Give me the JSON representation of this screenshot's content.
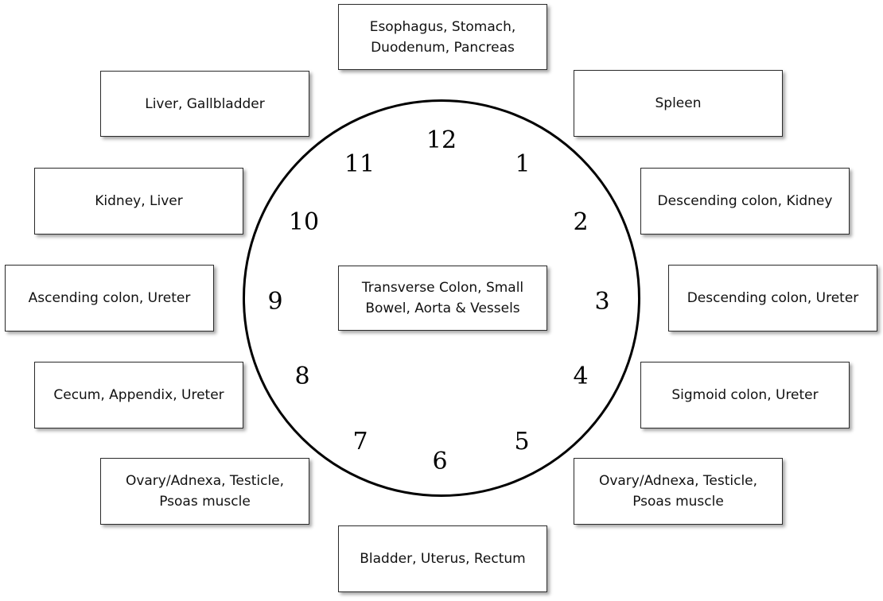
{
  "clock": {
    "numbers": [
      "12",
      "1",
      "2",
      "3",
      "4",
      "5",
      "6",
      "7",
      "8",
      "9",
      "10",
      "11"
    ]
  },
  "center_box": {
    "lines": [
      "Transverse Colon, Small",
      "Bowel, Aorta & Vessels"
    ]
  },
  "regions": {
    "h12": [
      "Esophagus, Stomach,",
      "Duodenum, Pancreas"
    ],
    "h1": [
      "Spleen"
    ],
    "h2": [
      "Descending colon, Kidney"
    ],
    "h3": [
      "Descending colon, Ureter"
    ],
    "h4": [
      "Sigmoid colon, Ureter"
    ],
    "h5": [
      "Ovary/Adnexa, Testicle,",
      "Psoas muscle"
    ],
    "h6": [
      "Bladder, Uterus, Rectum"
    ],
    "h7": [
      "Ovary/Adnexa, Testicle,",
      "Psoas muscle"
    ],
    "h8": [
      "Cecum, Appendix, Ureter"
    ],
    "h9": [
      "Ascending colon, Ureter"
    ],
    "h10": [
      "Kidney, Liver"
    ],
    "h11": [
      "Liver, Gallbladder"
    ]
  }
}
